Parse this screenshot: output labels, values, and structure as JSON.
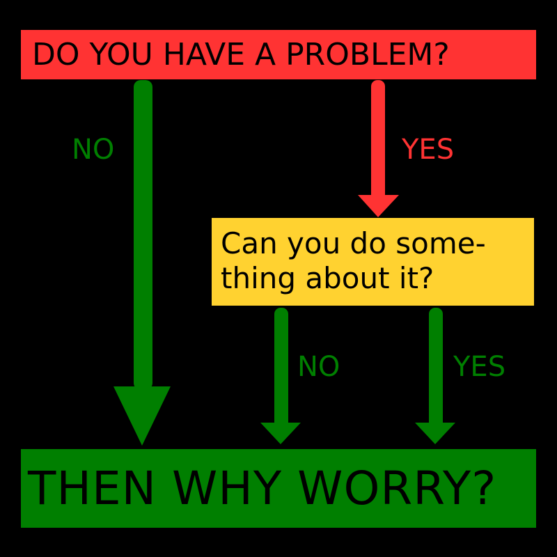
{
  "diagram": {
    "type": "flowchart",
    "background": "#000000",
    "nodes": {
      "start": {
        "text": "DO YOU HAVE A PROBLEM?",
        "color": "#FF3333"
      },
      "decision": {
        "line1": "Can you do some-",
        "line2": "thing about it?",
        "color": "#FFD230"
      },
      "end": {
        "text": "THEN WHY WORRY?",
        "color": "#007F00"
      }
    },
    "edges": [
      {
        "from": "start",
        "to": "end",
        "label": "NO",
        "color": "#007F00"
      },
      {
        "from": "start",
        "to": "decision",
        "label": "YES",
        "color": "#FF3333"
      },
      {
        "from": "decision",
        "to": "end",
        "label": "NO",
        "color": "#007F00"
      },
      {
        "from": "decision",
        "to": "end",
        "label": "YES",
        "color": "#007F00"
      }
    ]
  }
}
